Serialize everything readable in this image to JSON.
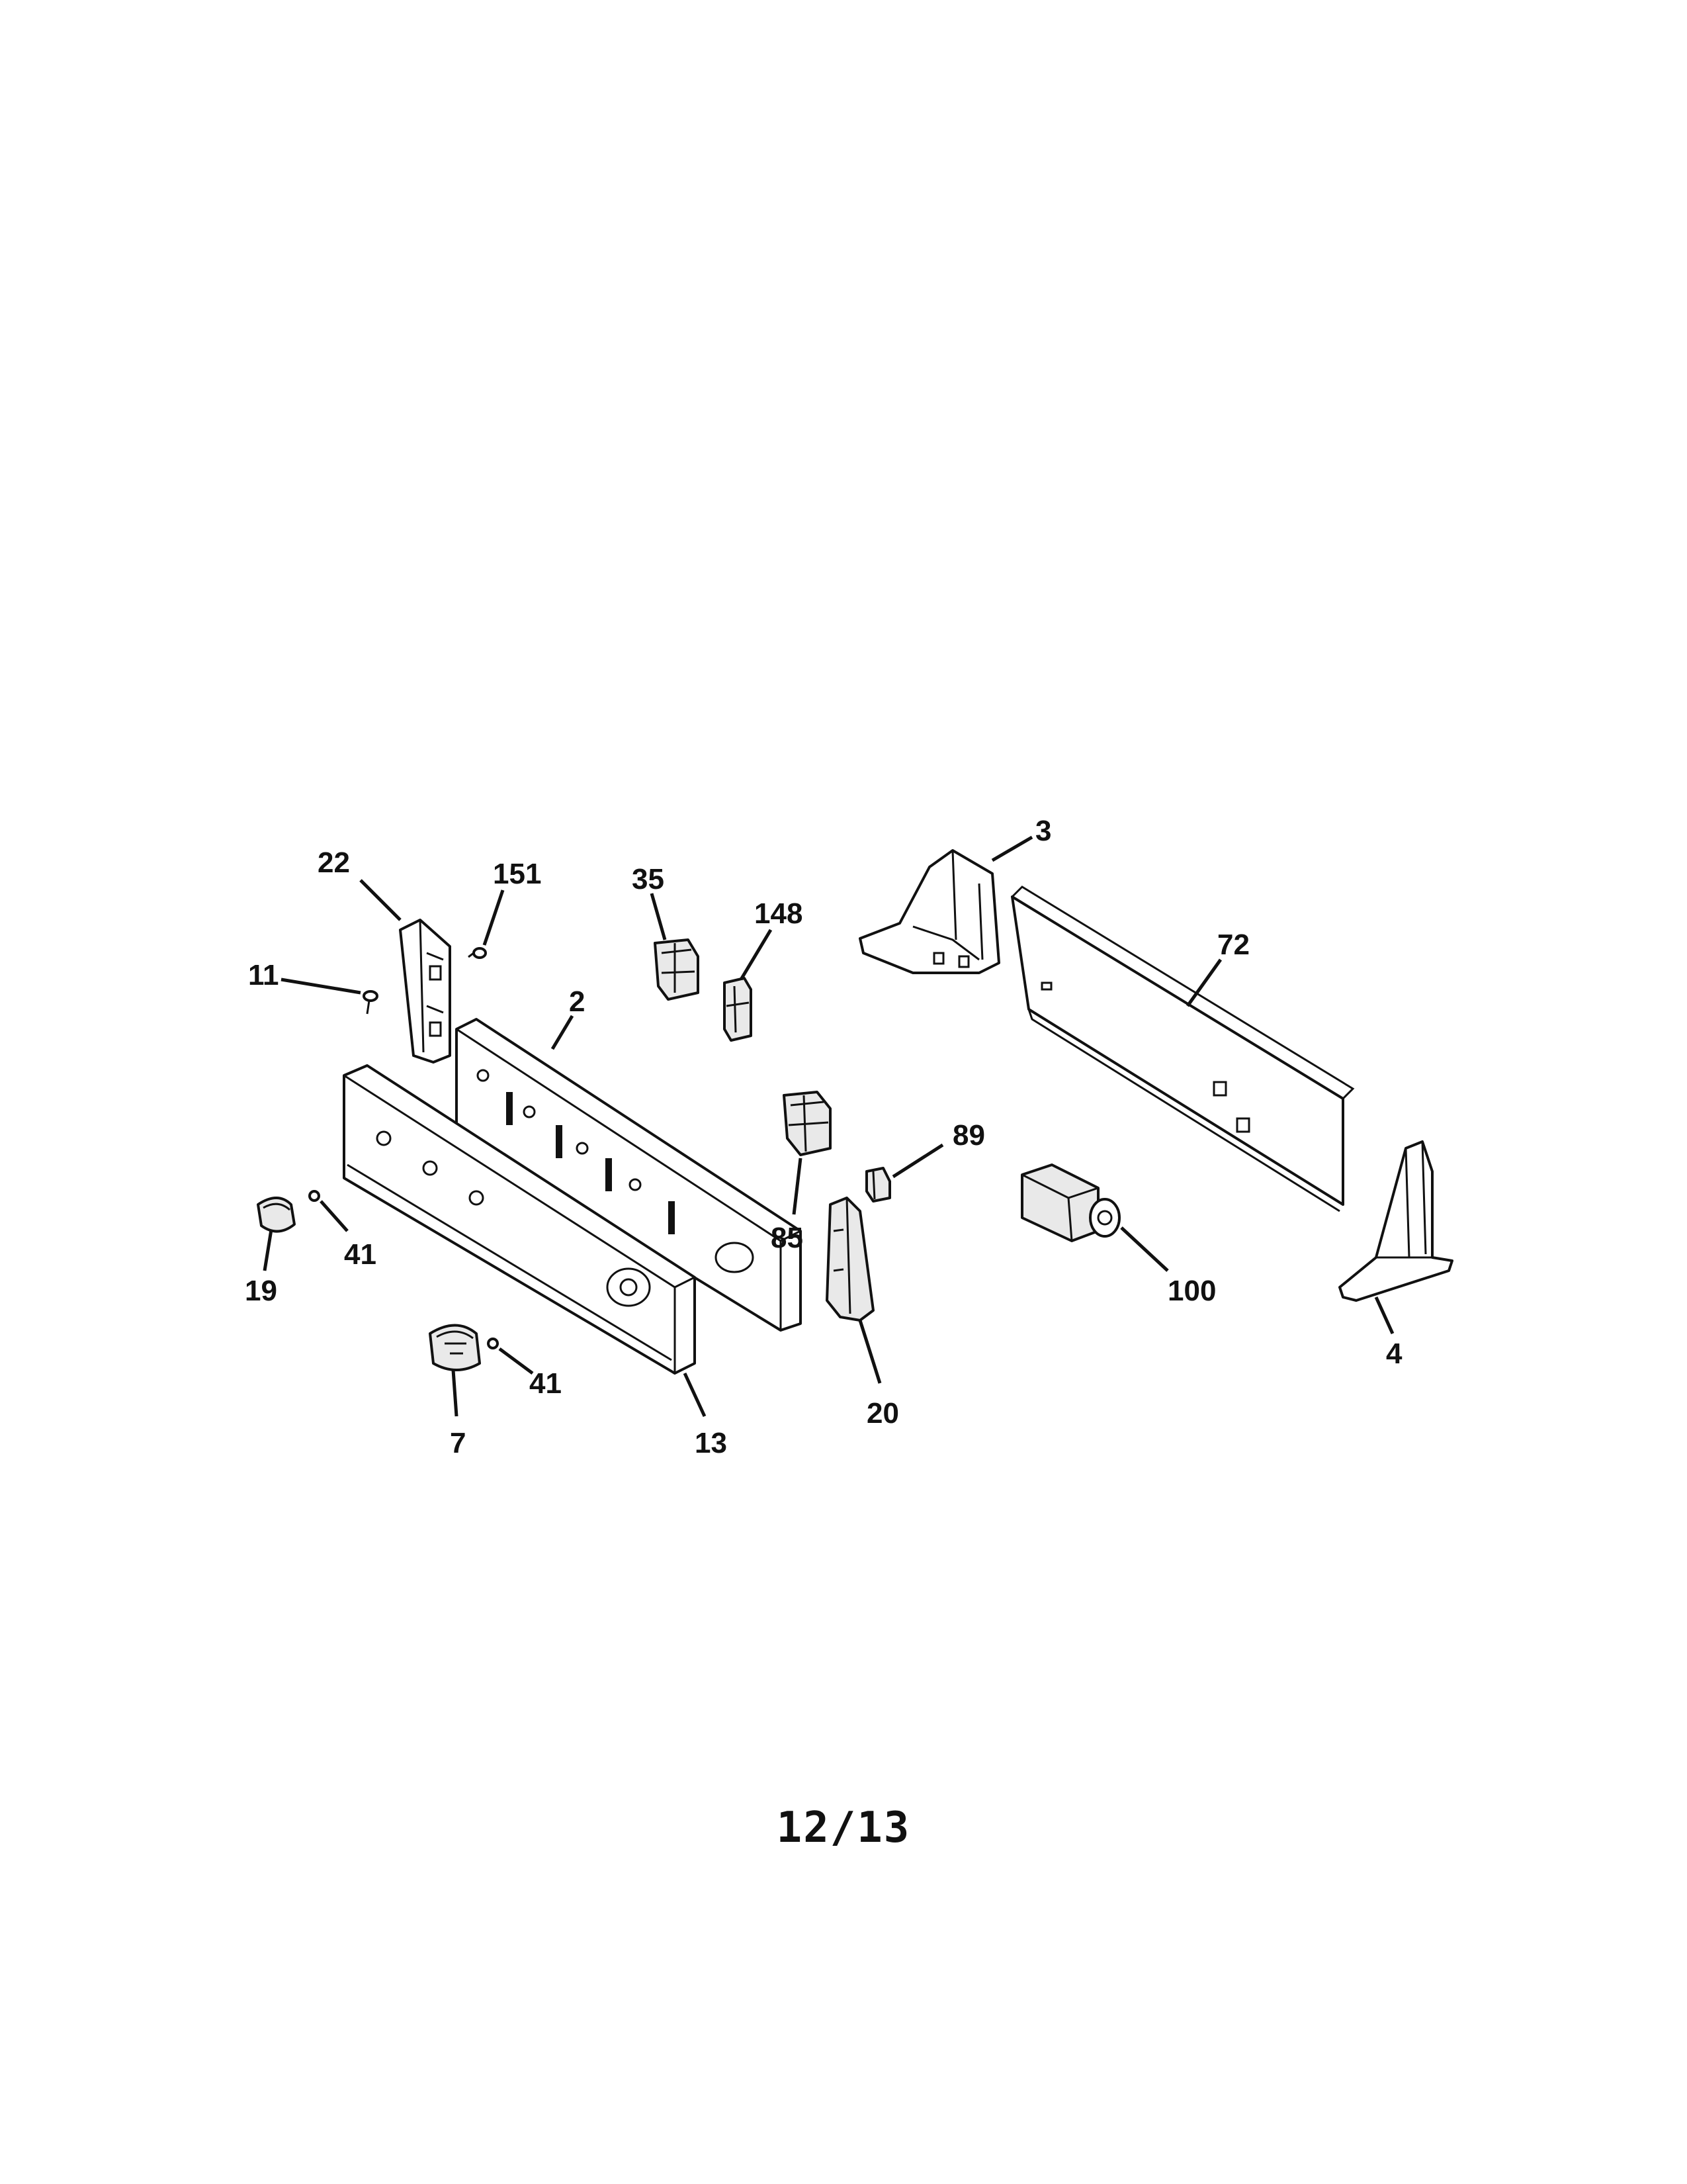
{
  "callouts": {
    "c3": "3",
    "c22": "22",
    "c151": "151",
    "c35": "35",
    "c148": "148",
    "c72": "72",
    "c11": "11",
    "c2": "2",
    "c89": "89",
    "c85": "85",
    "c41a": "41",
    "c19": "19",
    "c100": "100",
    "c4": "4",
    "c41b": "41",
    "c7": "7",
    "c13": "13",
    "c20": "20"
  },
  "page_number": "12/13"
}
